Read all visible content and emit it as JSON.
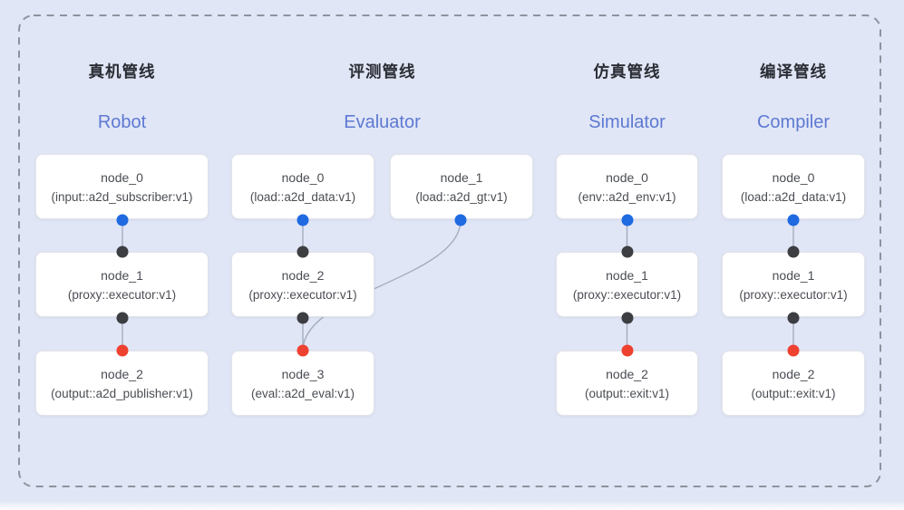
{
  "diagram": {
    "kind": "pipeline-flow-graph",
    "pipelines": [
      {
        "key": "robot",
        "title_zh": "真机管线",
        "title_en": "Robot",
        "nodes": [
          {
            "name": "node_0",
            "type": "(input::a2d_subscriber:v1)"
          },
          {
            "name": "node_1",
            "type": "(proxy::executor:v1)"
          },
          {
            "name": "node_2",
            "type": "(output::a2d_publisher:v1)"
          }
        ]
      },
      {
        "key": "evaluator",
        "title_zh": "评测管线",
        "title_en": "Evaluator",
        "nodes": [
          {
            "name": "node_0",
            "type": "(load::a2d_data:v1)"
          },
          {
            "name": "node_1",
            "type": "(load::a2d_gt:v1)"
          },
          {
            "name": "node_2",
            "type": "(proxy::executor:v1)"
          },
          {
            "name": "node_3",
            "type": "(eval::a2d_eval:v1)"
          }
        ]
      },
      {
        "key": "simulator",
        "title_zh": "仿真管线",
        "title_en": "Simulator",
        "nodes": [
          {
            "name": "node_0",
            "type": "(env::a2d_env:v1)"
          },
          {
            "name": "node_1",
            "type": "(proxy::executor:v1)"
          },
          {
            "name": "node_2",
            "type": "(output::exit:v1)"
          }
        ]
      },
      {
        "key": "compiler",
        "title_zh": "编译管线",
        "title_en": "Compiler",
        "nodes": [
          {
            "name": "node_0",
            "type": "(load::a2d_data:v1)"
          },
          {
            "name": "node_1",
            "type": "(proxy::executor:v1)"
          },
          {
            "name": "node_2",
            "type": "(output::exit:v1)"
          }
        ]
      }
    ],
    "edges": [
      {
        "from": "robot.node_0",
        "to": "robot.node_1"
      },
      {
        "from": "robot.node_1",
        "to": "robot.node_2"
      },
      {
        "from": "evaluator.node_0",
        "to": "evaluator.node_2"
      },
      {
        "from": "evaluator.node_1",
        "to": "evaluator.node_3"
      },
      {
        "from": "evaluator.node_2",
        "to": "evaluator.node_3"
      },
      {
        "from": "simulator.node_0",
        "to": "simulator.node_1"
      },
      {
        "from": "simulator.node_1",
        "to": "simulator.node_2"
      },
      {
        "from": "compiler.node_0",
        "to": "compiler.node_1"
      },
      {
        "from": "compiler.node_1",
        "to": "compiler.node_2"
      }
    ],
    "colors": {
      "background": "#e1e6f6",
      "node_background": "#ffffff",
      "node_border": "#e3e4e9",
      "node_text": "#4a4d53",
      "title_zh": "#2a2d34",
      "title_en": "#5d79d2",
      "source_handle_blue": "#1f6ae0",
      "internal_handle_dark": "#3d3e42",
      "target_handle_red": "#ee4130",
      "edge_stroke": "#a3adc0",
      "dashed_boundary": "#8d939e"
    }
  }
}
